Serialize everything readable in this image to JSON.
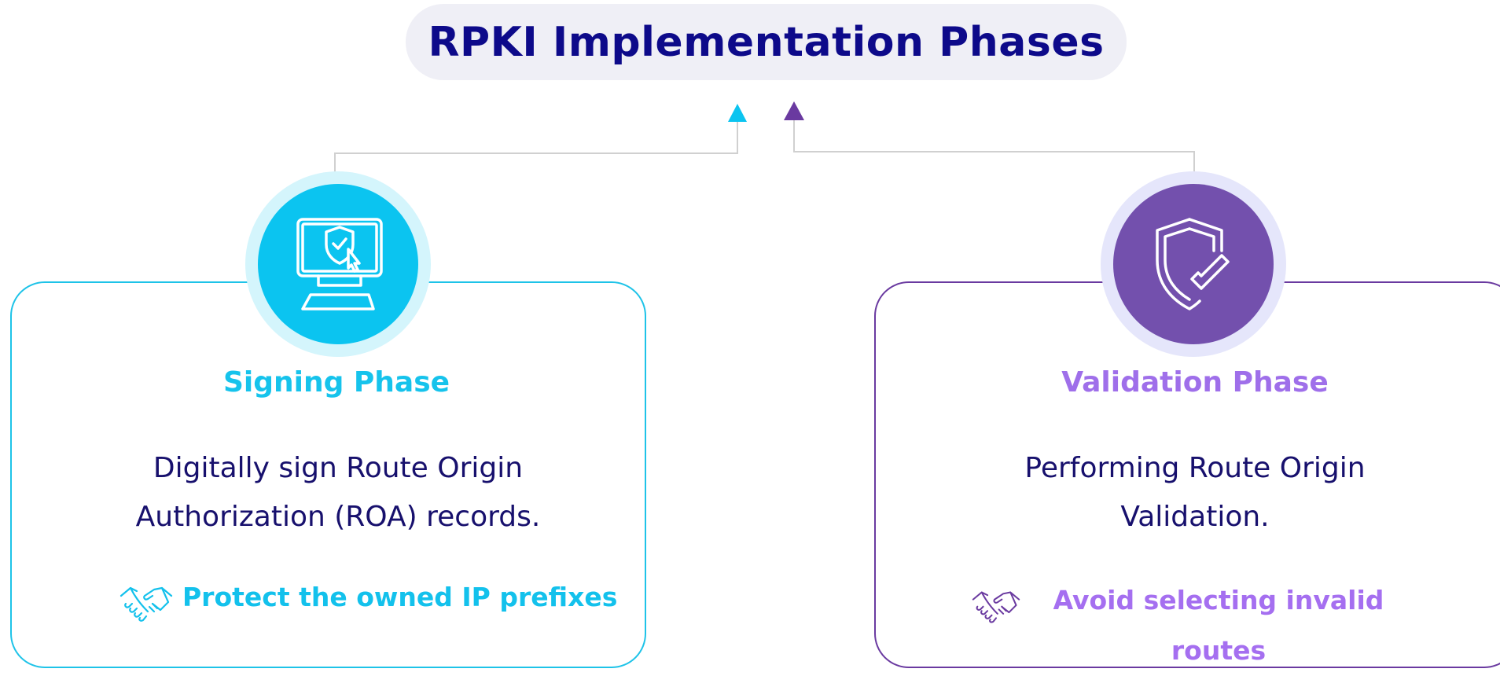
{
  "title": "RPKI Implementation Phases",
  "colors": {
    "title": "#0d0a8a",
    "signing_accent": "#0bc4f0",
    "validation_accent": "#7350ad",
    "validation_text": "#9f6fea",
    "body_text": "#17106d",
    "connector": "#d0d0d0"
  },
  "phases": {
    "signing": {
      "icon": "computer-shield-cursor-icon",
      "title": "Signing Phase",
      "description_line1": "Digitally sign Route Origin",
      "description_line2": "Authorization (ROA) records.",
      "benefit_icon": "handshake-icon",
      "benefit": "Protect the owned IP prefixes"
    },
    "validation": {
      "icon": "shield-check-icon",
      "title": "Validation Phase",
      "description_line1": "Performing Route Origin",
      "description_line2": "Validation.",
      "benefit_icon": "handshake-icon",
      "benefit_line1": "Avoid selecting invalid",
      "benefit_line2": "routes"
    }
  }
}
